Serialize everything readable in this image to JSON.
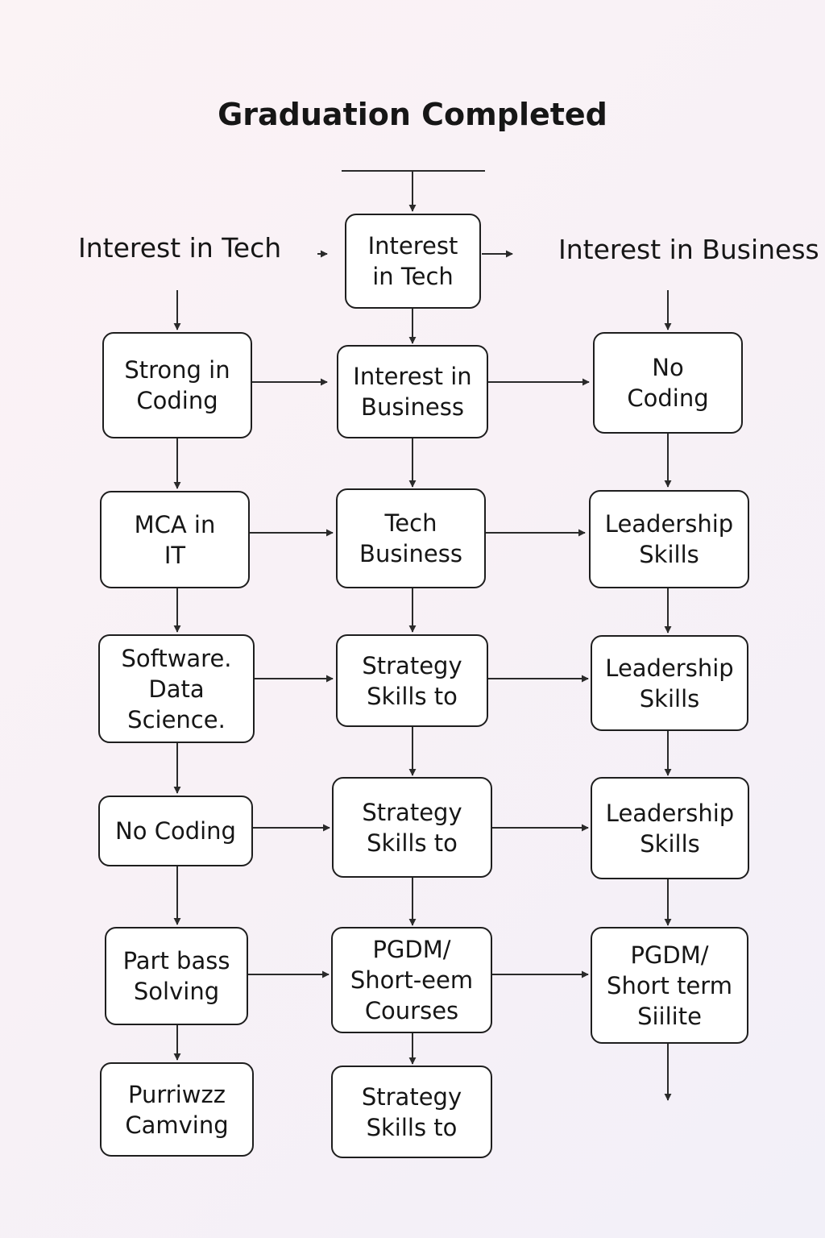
{
  "title": "Graduation Completed",
  "headings": {
    "left": "Interest in Tech",
    "right": "Interest in Business"
  },
  "nodes": {
    "top": "Interest\nin Tech",
    "c1r1": "Strong in\nCoding",
    "c2r1": "Interest in\nBusiness",
    "c3r1": "No\nCoding",
    "c1r2": "MCA in\nIT",
    "c2r2": "Tech\nBusiness",
    "c3r2": "Leadership\nSkills",
    "c1r3": "Software.\nData\nScience.",
    "c2r3": "Strategy\nSkills to",
    "c3r3": "Leadership\nSkills",
    "c1r4": "No Coding",
    "c2r4": "Strategy\nSkills to",
    "c3r4": "Leadership\nSkills",
    "c1r5": "Part bass\nSolving",
    "c2r5": "PGDM/\nShort-eem\nCourses",
    "c3r5": "PGDM/\nShort term\nSiilite",
    "c1r6": "Purriwzz\nCamving",
    "c2r6": "Strategy\nSkills to"
  },
  "colors": {
    "line": "#2a2a2a",
    "node_fill": "#ffffff",
    "node_border": "#1e1e1e"
  }
}
